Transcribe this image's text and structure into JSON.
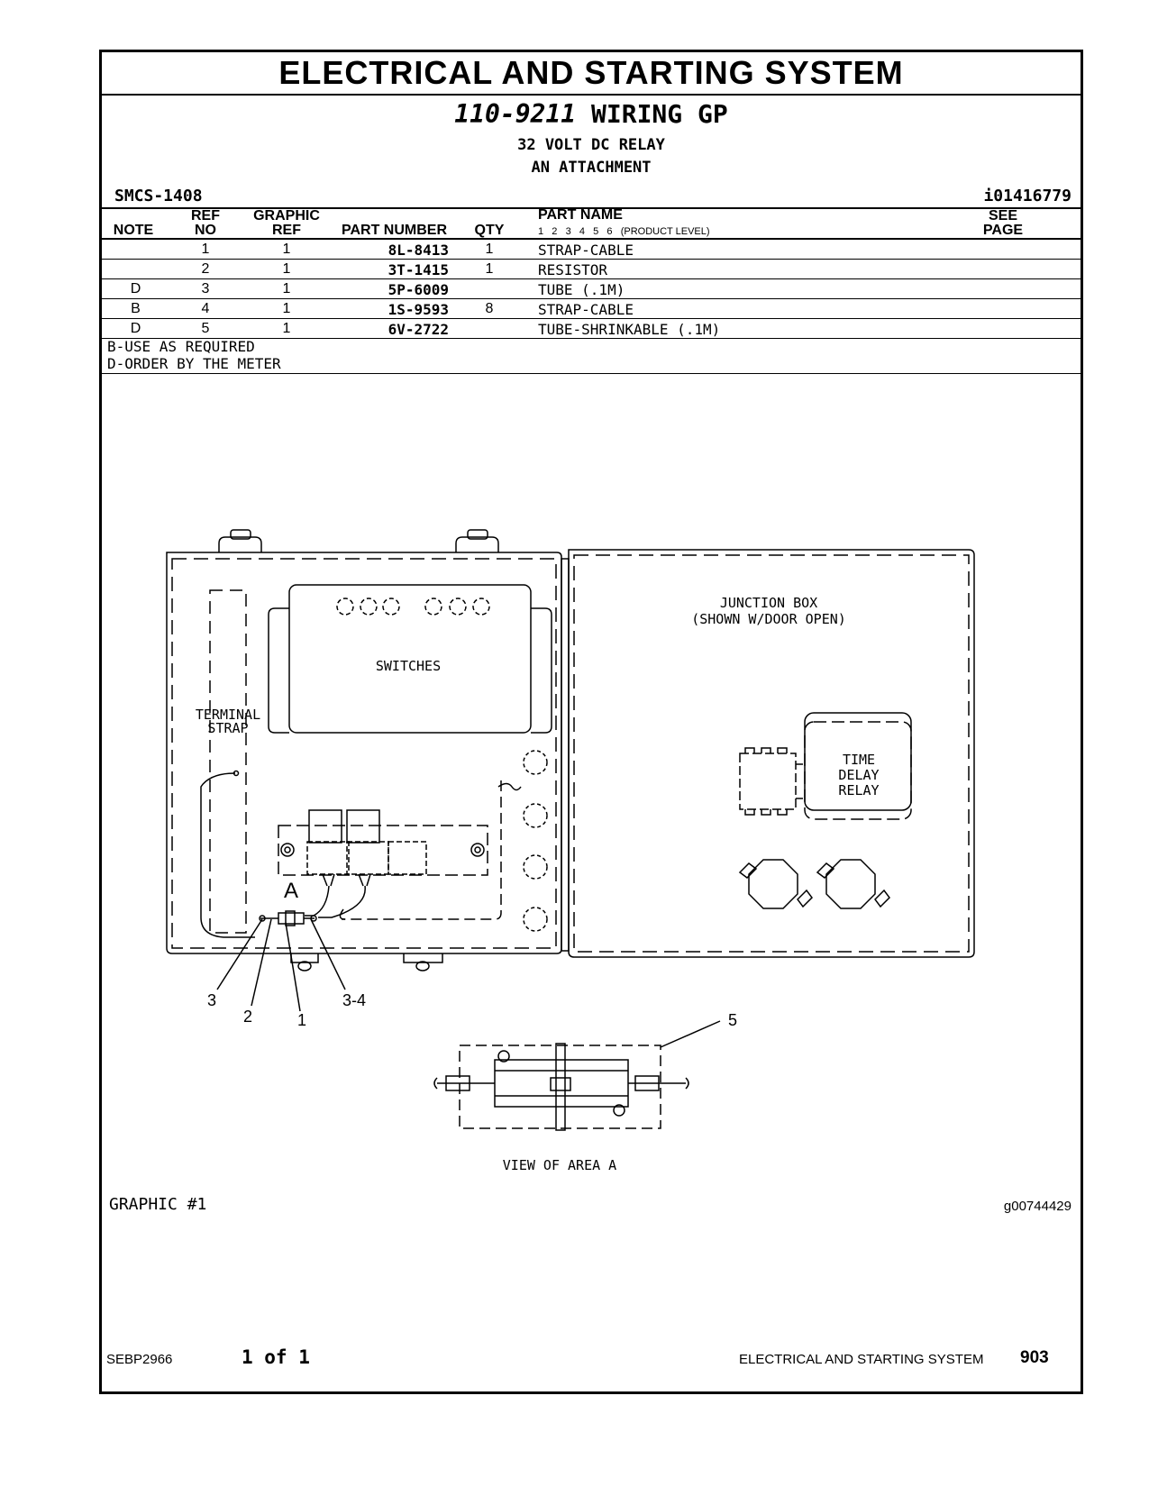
{
  "header": {
    "title": "ELECTRICAL AND STARTING SYSTEM",
    "part_group_number": "110-9211",
    "part_group_name": "WIRING GP",
    "line2": "32 VOLT DC RELAY",
    "line3": "AN ATTACHMENT",
    "smcs": "SMCS-1408",
    "identifier": "i01416779"
  },
  "table": {
    "headers": {
      "note": "NOTE",
      "ref_no": "REF NO",
      "ref_top": "REF",
      "ref_bottom": "NO",
      "graphic_top": "GRAPHIC",
      "graphic_bottom": "REF",
      "part_number": "PART NUMBER",
      "qty": "QTY",
      "part_name": "PART NAME",
      "product_level": "1   2   3   4   5   6   (PRODUCT LEVEL)",
      "see_top": "SEE",
      "see_bottom": "PAGE"
    },
    "rows": [
      {
        "note": "",
        "ref": "1",
        "graphic": "1",
        "part_number": "8L-8413",
        "qty": "1",
        "name": "STRAP-CABLE"
      },
      {
        "note": "",
        "ref": "2",
        "graphic": "1",
        "part_number": "3T-1415",
        "qty": "1",
        "name": "RESISTOR"
      },
      {
        "note": "D",
        "ref": "3",
        "graphic": "1",
        "part_number": "5P-6009",
        "qty": "",
        "name": "TUBE (.1M)"
      },
      {
        "note": "B",
        "ref": "4",
        "graphic": "1",
        "part_number": "1S-9593",
        "qty": "8",
        "name": "STRAP-CABLE"
      },
      {
        "note": "D",
        "ref": "5",
        "graphic": "1",
        "part_number": "6V-2722",
        "qty": "",
        "name": "TUBE-SHRINKABLE (.1M)"
      }
    ],
    "notes": [
      "B-USE AS REQUIRED",
      "D-ORDER BY THE METER"
    ]
  },
  "graphic": {
    "labels": {
      "junction_box_1": "JUNCTION BOX",
      "junction_box_2": "(SHOWN W/DOOR OPEN)",
      "switches": "SWITCHES",
      "terminal_1": "TERMINAL",
      "terminal_2": "STRAP",
      "relay_1": "TIME",
      "relay_2": "DELAY",
      "relay_3": "RELAY",
      "area": "A",
      "view": "VIEW OF AREA A"
    },
    "callouts": [
      "3",
      "2",
      "1",
      "3-4",
      "5"
    ],
    "name": "GRAPHIC #1",
    "id": "g00744429"
  },
  "footer": {
    "doc": "SEBP2966",
    "page": "1 of 1",
    "section": "ELECTRICAL AND STARTING SYSTEM",
    "page_number": "903"
  }
}
